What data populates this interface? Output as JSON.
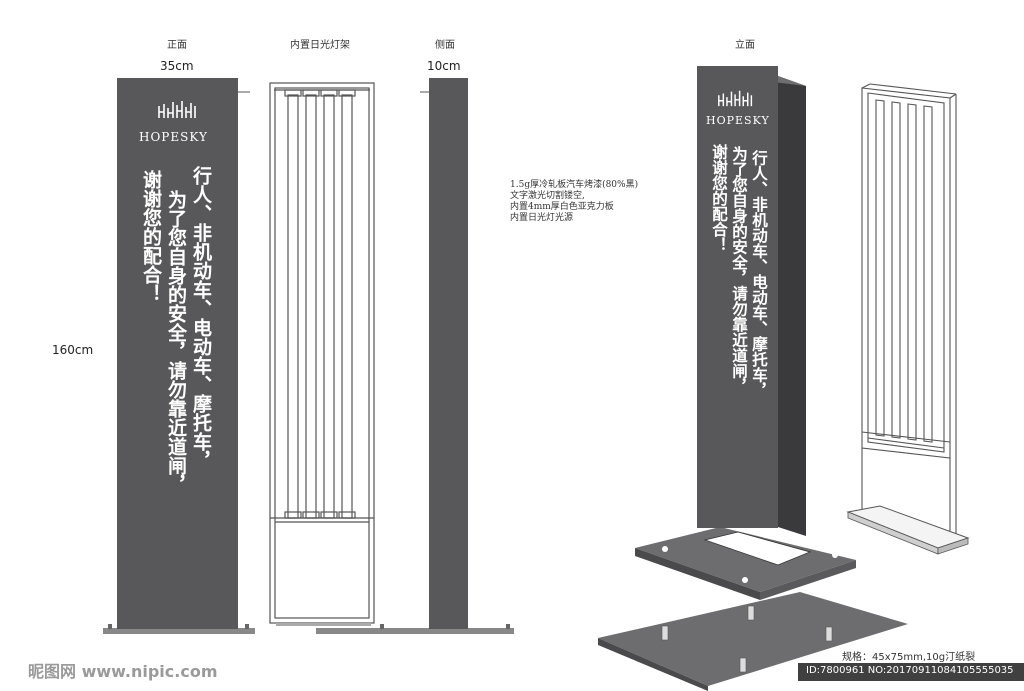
{
  "views": {
    "front_label": "正面",
    "frame_label": "内置日光灯架",
    "side_label": "侧面",
    "perspective_label": "立面"
  },
  "dimensions": {
    "width": "35cm",
    "depth": "10cm",
    "height": "160cm"
  },
  "brand": {
    "name": "HOPESKY",
    "logo": "hopesky-logo-icon"
  },
  "sign_text": {
    "column1": "行人、非机动车、电动车、摩托车，",
    "column2": "为了您自身的安全，请勿靠近道闸，",
    "column3": "谢谢您的配合！"
  },
  "material_notes": [
    "1.5g厚冷轧板汽车烤漆(80%黑)",
    "文字激光切割镂空,",
    "内置4mm厚白色亚克力板",
    "内置日光灯光源"
  ],
  "footer": {
    "site": "昵图网 www.nipic.com",
    "size_note": "规格：45x75mm,10g汀纸裂",
    "id": "ID:7800961 NO:20170911084105555035"
  },
  "colors": {
    "panel": "#58585a",
    "panel_side": "#3a3a3c",
    "base": "#6d6d6f",
    "line": "#555555"
  }
}
